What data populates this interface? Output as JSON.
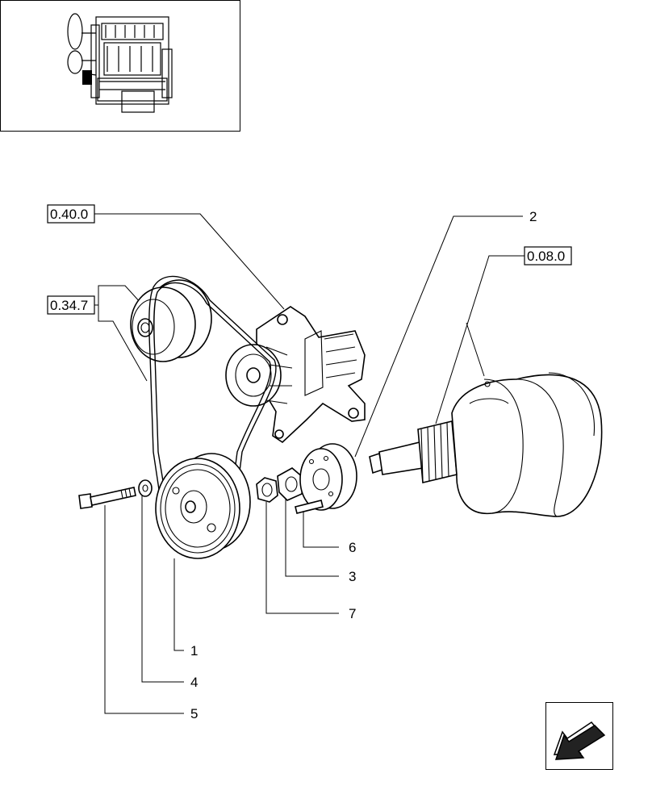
{
  "references": {
    "water_pump": "0.40.0",
    "alternator": "0.34.7",
    "crankshaft": "0.08.0"
  },
  "callouts": {
    "c1": "1",
    "c2": "2",
    "c3": "3",
    "c4": "4",
    "c5": "5",
    "c6": "6",
    "c7": "7"
  },
  "icons": {
    "navigation": "back-arrow-icon",
    "thumbnail": "engine-location-icon"
  }
}
